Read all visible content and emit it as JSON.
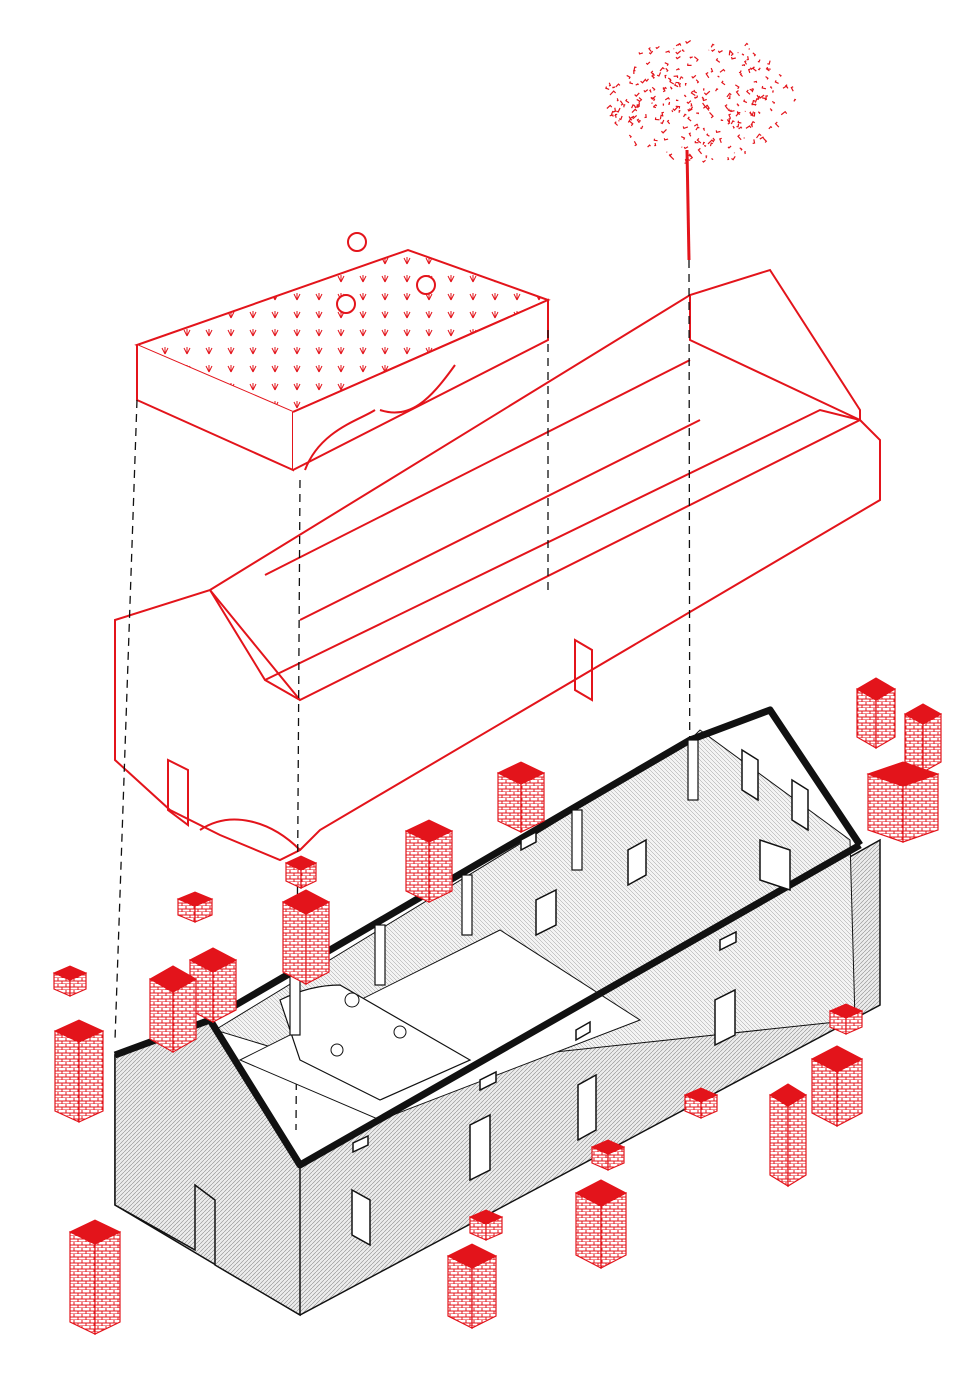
{
  "colors": {
    "red": "#e3141b",
    "black": "#111111",
    "wall_gray": "#dcdcdc",
    "background": "#ffffff"
  },
  "layers": [
    {
      "id": "tree",
      "icon": "tree-icon"
    },
    {
      "id": "roof-slab",
      "icon": "planted-roof-icon"
    },
    {
      "id": "upper-shell",
      "icon": "outline-shell-icon"
    },
    {
      "id": "ruin-building",
      "icon": "existing-building-icon"
    },
    {
      "id": "brick-blocks",
      "icon": "brick-block-icon"
    }
  ]
}
